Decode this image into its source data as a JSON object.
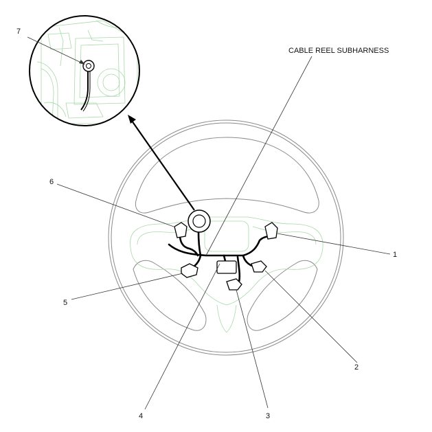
{
  "labels": {
    "cable_reel": "CABLE REEL SUBHARNESS",
    "c1": "1",
    "c2": "2",
    "c3": "3",
    "c4": "4",
    "c5": "5",
    "c6": "6",
    "c7": "7"
  }
}
